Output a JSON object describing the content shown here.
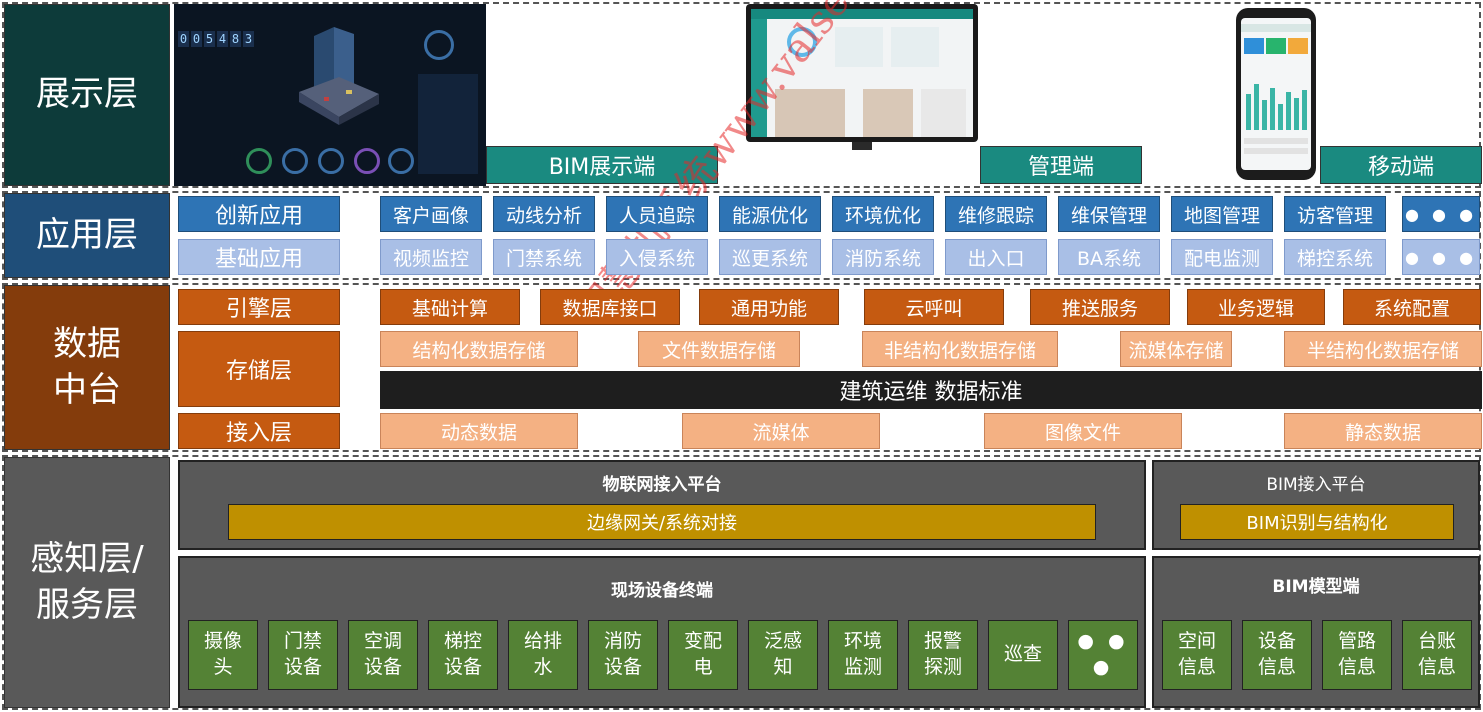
{
  "layers": {
    "display": "展示层",
    "application": "应用层",
    "data_middle": "数据\n中台",
    "perception": "感知层/\n服务层"
  },
  "display": {
    "bim_counter": "005483",
    "bim_label": "BIM展示端",
    "admin_label": "管理端",
    "mobile_label": "移动端"
  },
  "application": {
    "innovative": "创新应用",
    "basic": "基础应用",
    "innovative_items": [
      "客户画像",
      "动线分析",
      "人员追踪",
      "能源优化",
      "环境优化",
      "维修跟踪",
      "维保管理",
      "地图管理",
      "访客管理",
      "● ● ●"
    ],
    "basic_items": [
      "视频监控",
      "门禁系统",
      "入侵系统",
      "巡更系统",
      "消防系统",
      "出入口",
      "BA系统",
      "配电监测",
      "梯控系统",
      "● ● ●"
    ]
  },
  "data_platform": {
    "engine_layer": "引擎层",
    "storage_layer": "存储层",
    "access_layer": "接入层",
    "engine_items": [
      "基础计算",
      "数据库接口",
      "通用功能",
      "云呼叫",
      "推送服务",
      "业务逻辑",
      "系统配置"
    ],
    "storage_items": [
      "结构化数据存储",
      "文件数据存储",
      "非结构化数据存储",
      "流媒体存储",
      "半结构化数据存储"
    ],
    "standard": "建筑运维 数据标准",
    "access_items": [
      "动态数据",
      "流媒体",
      "图像文件",
      "静态数据"
    ]
  },
  "perception": {
    "iot_platform": "物联网接入平台",
    "edge_gateway": "边缘网关/系统对接",
    "bim_platform": "BIM接入平台",
    "bim_recognition": "BIM识别与结构化",
    "field_devices": "现场设备终端",
    "device_items": [
      "摄像\n头",
      "门禁\n设备",
      "空调\n设备",
      "梯控\n设备",
      "给排\n水",
      "消防\n设备",
      "变配\n电",
      "泛感\n知",
      "环境\n监测",
      "报警\n探测",
      "巡查",
      "● ● ●"
    ],
    "bim_model": "BIM模型端",
    "bim_items": [
      "空间\n信息",
      "设备\n信息",
      "管路\n信息",
      "台账\n信息"
    ]
  },
  "watermark": "智慧机系统www.valse.com"
}
